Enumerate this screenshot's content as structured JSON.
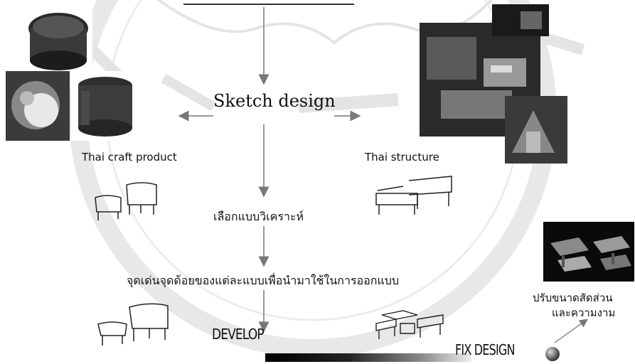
{
  "labels": {
    "sketch_design": "Sketch design",
    "thai_craft_product": "Thai craft product",
    "thai_structure": "Thai structure",
    "select_analyze": "เลือกแบบวิเคราะห์",
    "strengths_weaknesses": "จุดเด่นจุดด้อยของแต่ละแบบเพื่อนำมาใช้ในการออกแบบ",
    "develop": "DEVELOP",
    "fix_design": "FIX DESIGN",
    "adjust_line1": "ปรับขนาดสัดส่วน",
    "adjust_line2": "และความงาม"
  },
  "colors": {
    "arrow": "#777777",
    "watermark": "#e6e6e6"
  }
}
